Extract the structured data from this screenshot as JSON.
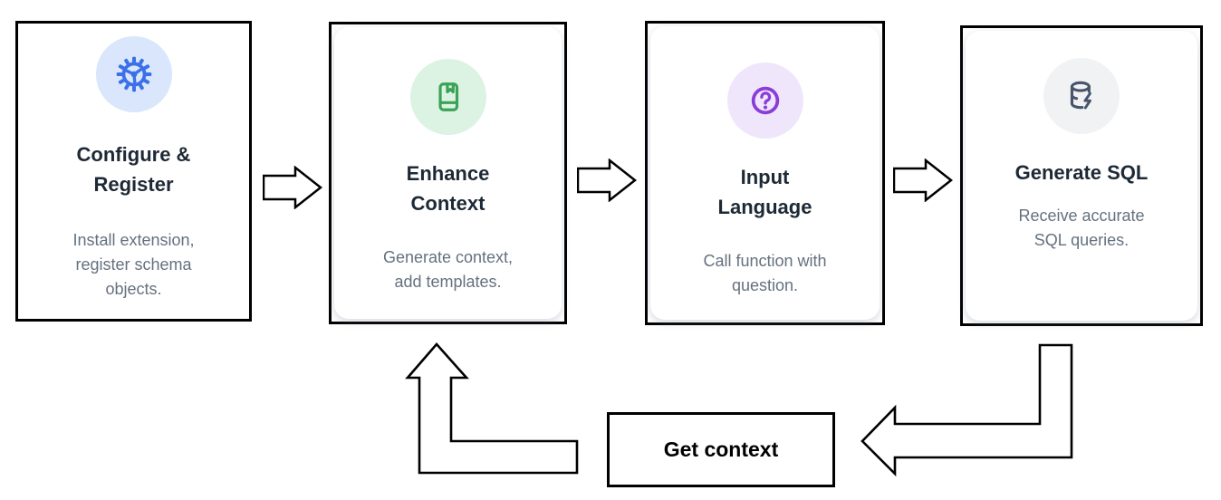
{
  "steps": [
    {
      "title_lines": [
        "Configure &",
        "Register"
      ],
      "description_lines": [
        "Install extension,",
        "register schema",
        "objects."
      ],
      "icon": "gear-icon",
      "icon_color": "#3b70e8",
      "icon_bg": "#d9e6fb"
    },
    {
      "title_lines": [
        "Enhance",
        "Context"
      ],
      "description_lines": [
        "Generate context,",
        "add templates."
      ],
      "icon": "book-bookmark-icon",
      "icon_color": "#3aa356",
      "icon_bg": "#dcf3e4"
    },
    {
      "title_lines": [
        "Input",
        "Language"
      ],
      "description_lines": [
        "Call function with",
        "question."
      ],
      "icon": "question-circle-icon",
      "icon_color": "#8b3dd8",
      "icon_bg": "#efe6fc"
    },
    {
      "title_lines": [
        "Generate SQL"
      ],
      "description_lines": [
        "Receive accurate",
        "SQL queries."
      ],
      "icon": "database-bolt-icon",
      "icon_color": "#475569",
      "icon_bg": "#f1f2f4"
    }
  ],
  "loop": {
    "label": "Get context"
  },
  "colors": {
    "card_border": "#000000",
    "title_text": "#1e2936",
    "description_text": "#65717f",
    "arrow_stroke": "#000000",
    "arrow_fill": "#ffffff"
  }
}
